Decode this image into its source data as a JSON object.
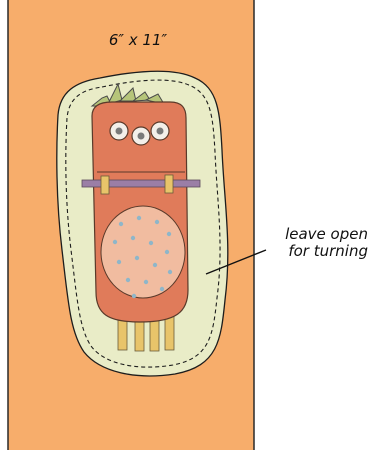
{
  "panel": {
    "size_label": "6″ x 11″",
    "background_color": "#f7ad6b"
  },
  "annotation": {
    "line1": "leave open",
    "line2": "for turning"
  },
  "colors": {
    "fabric_cream": "#e9ecc7",
    "monster_body": "#e07b5a",
    "belly": "#f1bca0",
    "belly_dots": "#8fb6c9",
    "spikes": "#b6c57a",
    "legs_and_arms": "#e8c46a",
    "waist_band": "#9b7ea6",
    "eye_white": "#f3efe9",
    "stitch_line": "#1d1d1d"
  }
}
